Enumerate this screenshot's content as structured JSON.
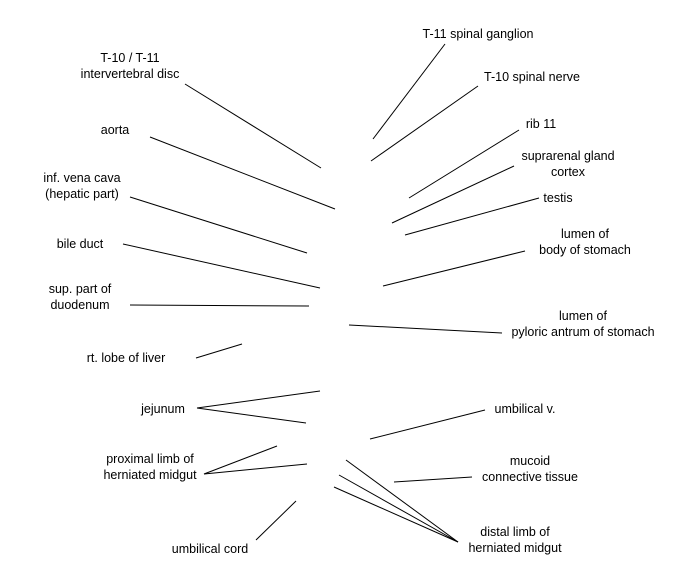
{
  "labels": {
    "t10_t11_disc": [
      "T-10 / T-11",
      "intervertebral disc"
    ],
    "aorta": [
      "aorta"
    ],
    "ivc": [
      "inf. vena cava",
      "(hepatic part)"
    ],
    "bile_duct": [
      "bile duct"
    ],
    "duodenum": [
      "sup. part of",
      "duodenum"
    ],
    "liver": [
      "rt. lobe of liver"
    ],
    "jejunum": [
      "jejunum"
    ],
    "proximal_limb": [
      "proximal limb of",
      "herniated midgut"
    ],
    "umbilical_cord": [
      "umbilical cord"
    ],
    "t11_ganglion": [
      "T-11 spinal ganglion"
    ],
    "t10_nerve": [
      "T-10 spinal nerve"
    ],
    "rib11": [
      "rib 11"
    ],
    "suprarenal": [
      "suprarenal gland",
      "cortex"
    ],
    "testis": [
      "testis"
    ],
    "stomach_body": [
      "lumen of",
      "body of stomach"
    ],
    "pyloric": [
      "lumen of",
      "pyloric antrum of stomach"
    ],
    "umbilical_v": [
      "umbilical v."
    ],
    "mucoid": [
      "mucoid",
      "connective tissue"
    ],
    "distal_limb": [
      "distal limb of",
      "herniated midgut"
    ]
  }
}
